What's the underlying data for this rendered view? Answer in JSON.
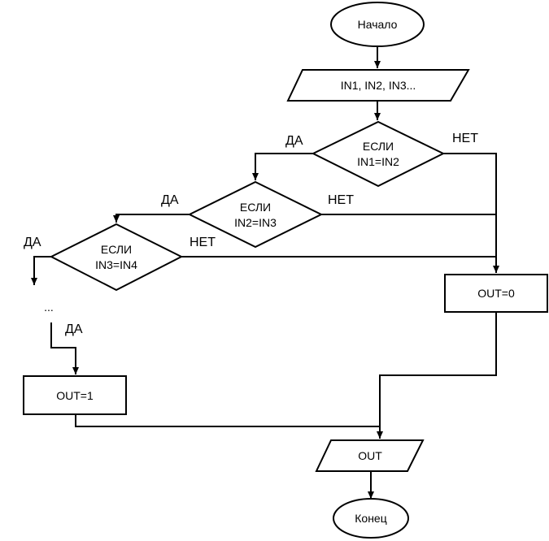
{
  "nodes": {
    "start": "Начало",
    "input": "IN1, IN2, IN3...",
    "cond1_line1": "ЕСЛИ",
    "cond1_line2": "IN1=IN2",
    "cond2_line1": "ЕСЛИ",
    "cond2_line2": "IN2=IN3",
    "cond3_line1": "ЕСЛИ",
    "cond3_line2": "IN3=IN4",
    "ellipsis": "...",
    "out_zero": "OUT=0",
    "out_one": "OUT=1",
    "output": "OUT",
    "end": "Конец"
  },
  "branches": {
    "yes": "ДА",
    "no": "НЕТ"
  },
  "colors": {
    "stroke": "#000000",
    "background": "#ffffff"
  }
}
